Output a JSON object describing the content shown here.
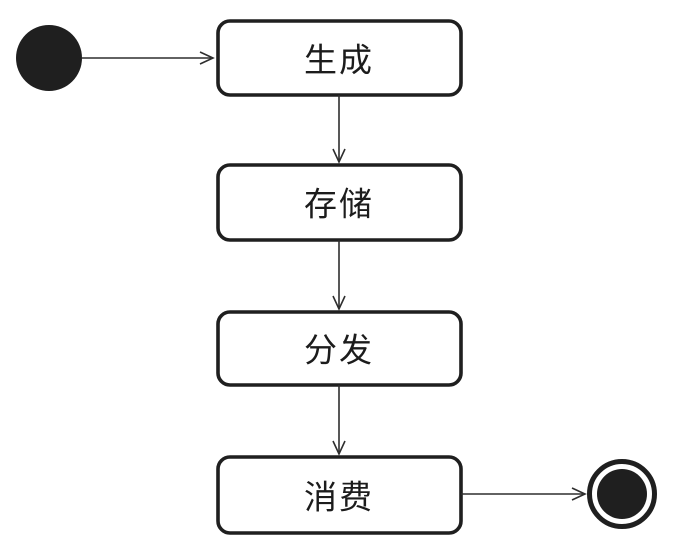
{
  "diagram": {
    "type": "uml-state-flow",
    "states": [
      {
        "id": "generate",
        "label": "生成"
      },
      {
        "id": "store",
        "label": "存储"
      },
      {
        "id": "distribute",
        "label": "分发"
      },
      {
        "id": "consume",
        "label": "消费"
      }
    ],
    "initial_state": {
      "shape": "filled-circle"
    },
    "final_state": {
      "shape": "ring-with-filled-circle"
    },
    "transitions": [
      {
        "from": "initial",
        "to": "generate"
      },
      {
        "from": "generate",
        "to": "store"
      },
      {
        "from": "store",
        "to": "distribute"
      },
      {
        "from": "distribute",
        "to": "consume"
      },
      {
        "from": "consume",
        "to": "final"
      }
    ],
    "colors": {
      "node_fill": "#ffffff",
      "node_border": "#1f1f1f",
      "edge_line": "#2e2e2e",
      "terminal_fill": "#1f1f1f",
      "background": "#ffffff"
    }
  }
}
